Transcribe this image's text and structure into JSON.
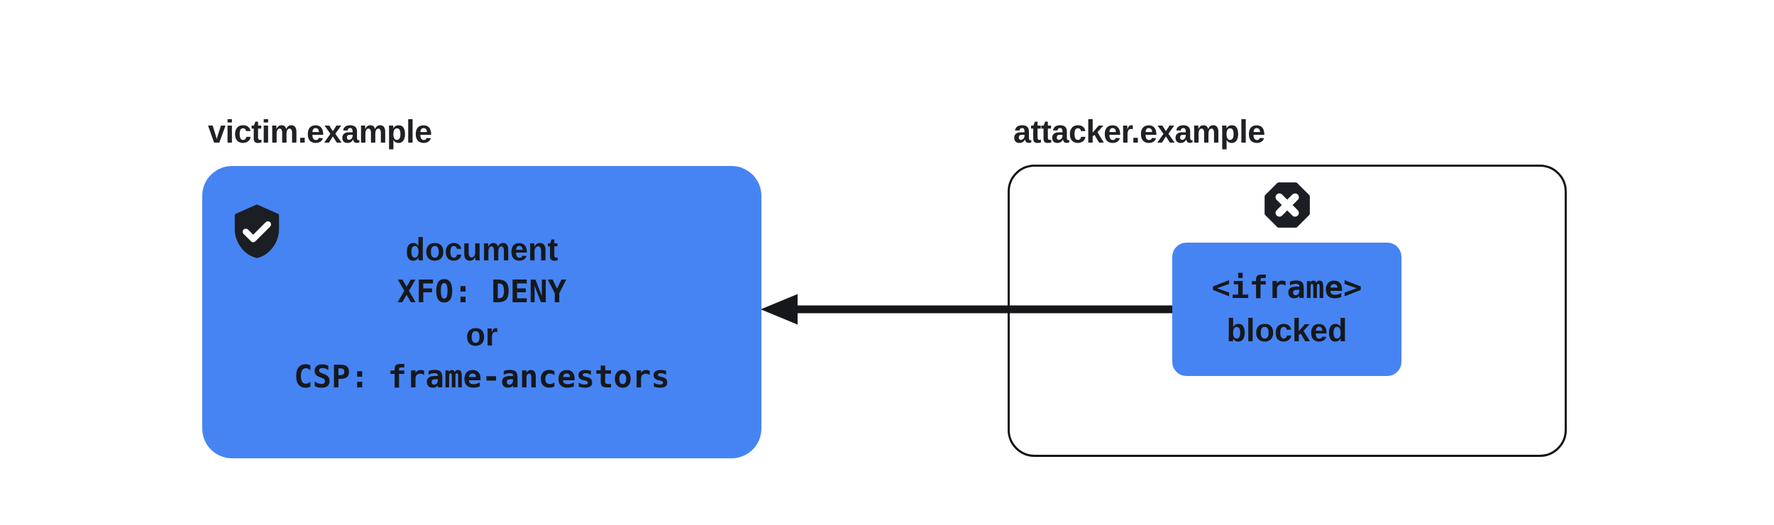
{
  "victim": {
    "domain": "victim.example",
    "icon": "shield-check",
    "lines": [
      "document",
      "XFO: DENY",
      "or",
      "CSP: frame-ancestors"
    ]
  },
  "attacker": {
    "domain": "attacker.example",
    "icon": "blocked-octagon-x",
    "iframe_lines": [
      "<iframe>",
      "blocked"
    ]
  },
  "arrow": {
    "direction": "attacker-to-victim"
  },
  "colors": {
    "accent_blue": "#4684F3",
    "ink": "#15181C",
    "icon_black": "#1B1E23",
    "background": "#FFFFFF"
  }
}
